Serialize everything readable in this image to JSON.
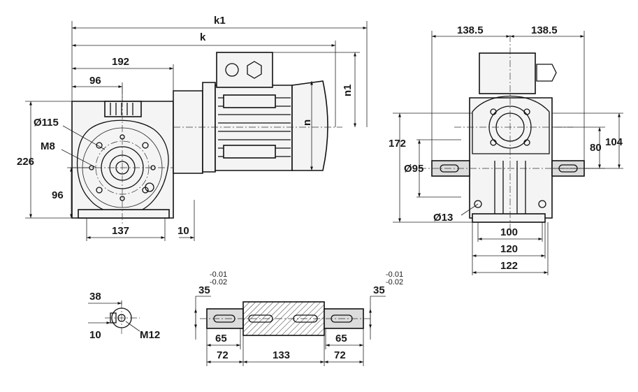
{
  "dimensions": {
    "k1": "k1",
    "k": "k",
    "n": "n",
    "n1": "n1",
    "d192": "192",
    "d96_top": "96",
    "d226": "226",
    "d96_left": "96",
    "d137": "137",
    "d10_bottom": "10",
    "dia115": "Ø115",
    "m8": "M8",
    "w138_left": "138.5",
    "w138_right": "138.5",
    "d172": "172",
    "d80": "80",
    "d104": "104",
    "dia95": "Ø95",
    "dia13": "Ø13",
    "d100": "100",
    "d120": "120",
    "d122": "122",
    "d38": "38",
    "d10_key": "10",
    "m12": "M12",
    "d35_left": "35",
    "d35_right": "35",
    "tol_upper_left": "-0.01",
    "tol_lower_left": "-0.02",
    "tol_upper_right": "-0.01",
    "tol_lower_right": "-0.02",
    "d65_left": "65",
    "d65_right": "65",
    "d72_left": "72",
    "d133": "133",
    "d72_right": "72"
  }
}
